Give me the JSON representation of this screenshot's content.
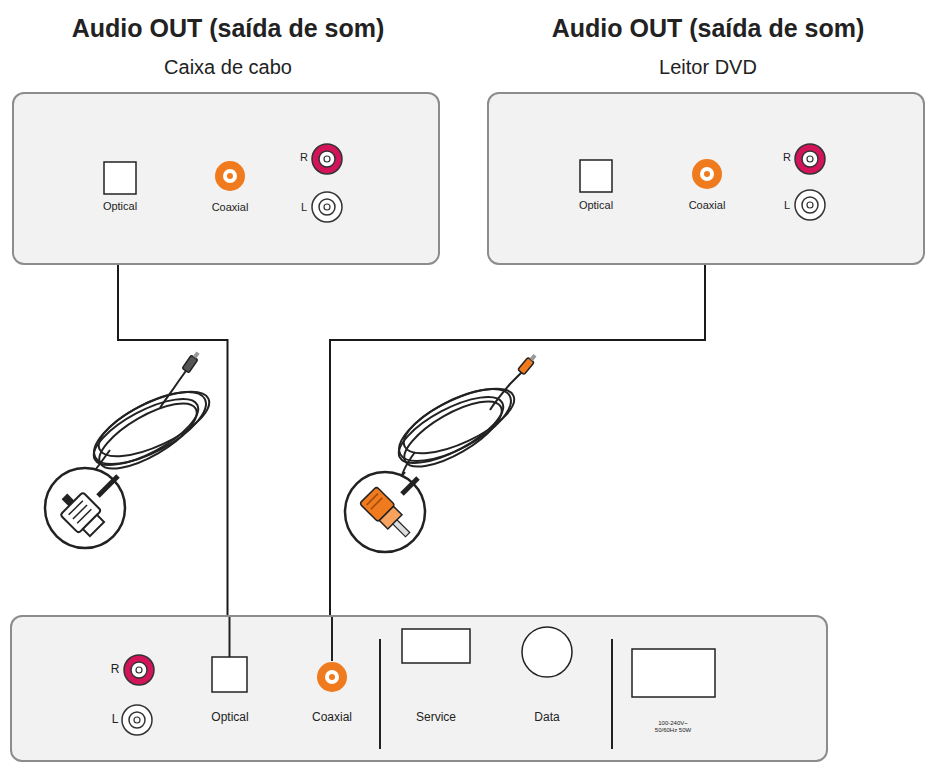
{
  "diagram": {
    "nodes": [
      {
        "text": [
          "Audio OUT (saída de som)",
          "Caixa de cabo",
          "Optical",
          "Coaxial",
          "R",
          "L"
        ]
      },
      {
        "text": [
          "Audio OUT (saída de som)",
          "Leitor DVD",
          "Optical",
          "Coaxial",
          "R",
          "L"
        ]
      },
      {
        "text": [
          "R",
          "L",
          "Optical",
          "Coaxial",
          "Service",
          "Data",
          "100-240V~ 50/60Hz 50W"
        ]
      }
    ],
    "edges": [
      {
        "from": 0,
        "to": 2,
        "arrow": "none"
      },
      {
        "from": 1,
        "to": 2,
        "arrow": "none"
      }
    ]
  }
}
